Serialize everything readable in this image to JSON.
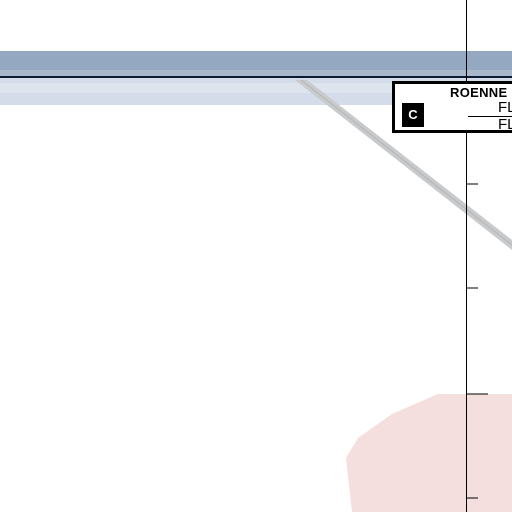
{
  "map": {
    "colors": {
      "airway_band": "#94a8c2",
      "airway_band_light": "#d3dce8",
      "airway_line": "#0c1a33",
      "restricted_area": "#f5dede",
      "meridian": "#000000",
      "route_line": "#c8cacc"
    },
    "airspace_label": {
      "name": "ROENNE",
      "class_badge": "C",
      "upper_limit": "FL",
      "lower_limit": "FL"
    }
  }
}
